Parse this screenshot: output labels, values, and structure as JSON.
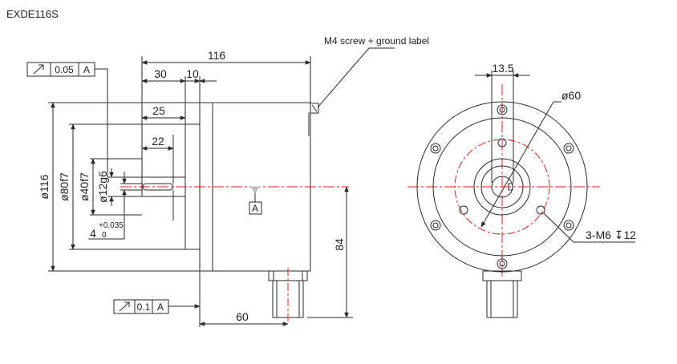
{
  "title": "EXDE116S",
  "side_view": {
    "dim_overall_length": "116",
    "dim_30": "30",
    "dim_10": "10",
    "dim_25": "25",
    "dim_22": "22",
    "dim_60": "60",
    "dim_84": "84",
    "dia_116": "ø116",
    "dia_80": "ø80f7",
    "dia_40": "ø40f7",
    "dia_12": "ø12g6",
    "key_width": "4",
    "key_tol_upper": "+0.035",
    "key_tol_lower": "0",
    "datum_label": "A",
    "gtol_top_value": "0.05",
    "gtol_top_ref": "A",
    "gtol_bottom_value": "0.1",
    "gtol_bottom_ref": "A",
    "screw_note": "M4 screw + ground label"
  },
  "front_view": {
    "dim_13_5": "13.5",
    "dia_60": "ø60",
    "holes_note": "3-M6 ↧12"
  },
  "colors": {
    "line": "#2a2a2a",
    "centerline": "#e02020"
  }
}
